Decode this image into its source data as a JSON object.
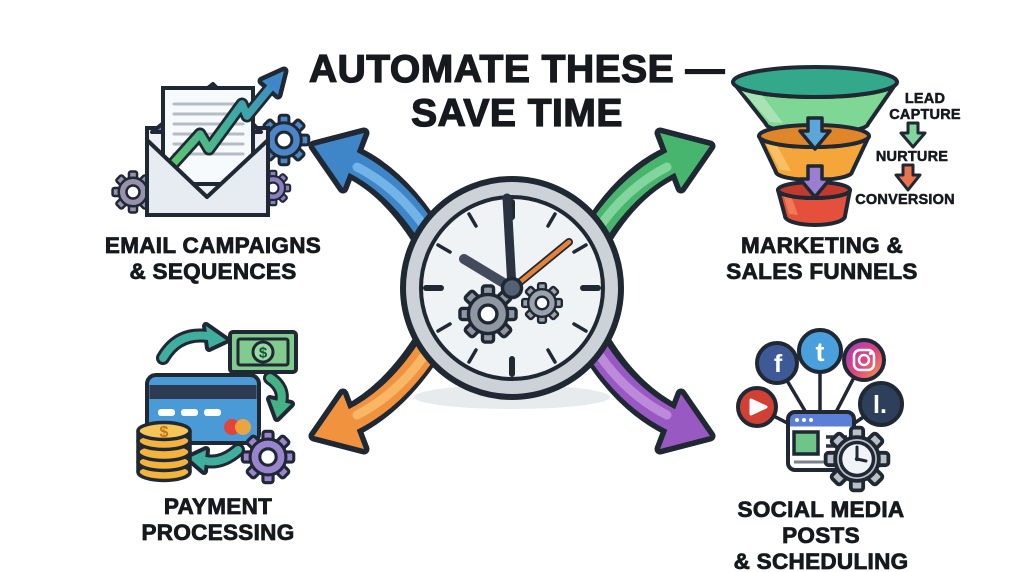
{
  "title": {
    "line1": "AUTOMATE THESE —",
    "line2": "SAVE TIME"
  },
  "quadrants": {
    "email": {
      "line1": "EMAIL CAMPAIGNS",
      "line2": "& SEQUENCES",
      "icon": "envelope-growth-chart-with-gears"
    },
    "funnels": {
      "line1": "MARKETING &",
      "line2": "SALES FUNNELS",
      "icon": "three-tier-sales-funnel"
    },
    "payment": {
      "line1": "PAYMENT",
      "line2": "PROCESSING",
      "icon": "credit-card-cash-coins-gear"
    },
    "social": {
      "line1": "SOCIAL MEDIA POSTS",
      "line2": "& SCHEDULING",
      "icon": "social-icons-browser-scheduler"
    }
  },
  "funnel_stages": {
    "stage1_line1": "LEAD",
    "stage1_line2": "CAPTURE",
    "stage2": "NURTURE",
    "stage3": "CONVERSION"
  },
  "glyphs": {
    "currency": "$",
    "facebook": "f",
    "twitter": "t",
    "letter_l": "l."
  },
  "colors": {
    "arrow_blue": "#3e86c7",
    "arrow_green": "#47b56d",
    "arrow_orange": "#f0923e",
    "arrow_purple": "#9859c2",
    "funnel_tier1": "#7ed794",
    "funnel_tier2": "#f4a63a",
    "funnel_tier3": "#e5503c",
    "stage_arrow_green": "#82d59c",
    "stage_arrow_orange": "#e8734d",
    "teal_arrow": "#3fae9e",
    "card_blue": "#4a9ad8",
    "bill_green": "#82cb8e",
    "coin_gold": "#f3b33c",
    "outline": "#1f2833"
  }
}
